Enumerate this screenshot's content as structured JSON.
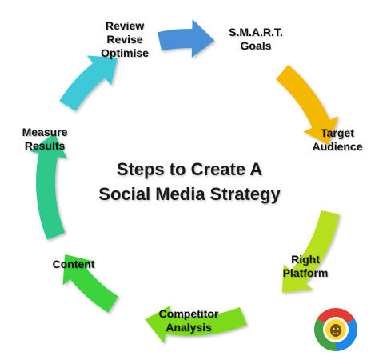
{
  "title": {
    "line1": "Steps to Create A",
    "line2": "Social Media Strategy"
  },
  "steps": [
    {
      "line1": "S.M.A.R.T.",
      "line2": "Goals"
    },
    {
      "line1": "Target",
      "line2": "Audience"
    },
    {
      "line1": "Right",
      "line2": "Platform"
    },
    {
      "line1": "Competitor",
      "line2": "Analysis"
    },
    {
      "line1": "Content"
    },
    {
      "line1": "Measure",
      "line2": "Results"
    },
    {
      "line1": "Review",
      "line2": "Revise",
      "line3": "Optimise"
    }
  ],
  "arrow_colors": [
    "#4a90d9",
    "#f5b800",
    "#b8e01a",
    "#7bdc1a",
    "#3ad43a",
    "#2ec98a",
    "#3ec9d8"
  ],
  "logo": {
    "icon": "lion-badge-icon",
    "colors": [
      "#e53935",
      "#1e88e5",
      "#43a047",
      "#fdd835"
    ]
  }
}
